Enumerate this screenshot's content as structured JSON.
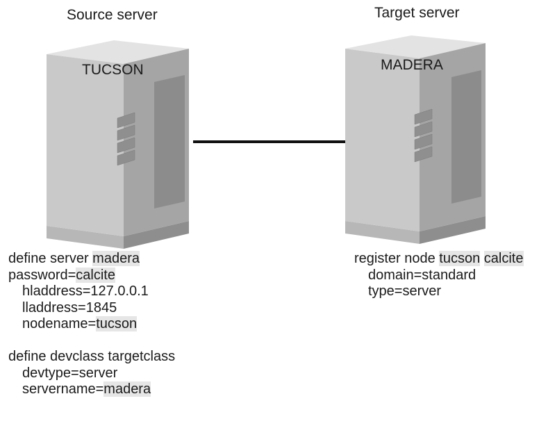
{
  "source": {
    "role": "Source server",
    "name": "TUCSON",
    "commands": [
      [
        {
          "t": "define server "
        },
        {
          "t": "madera",
          "hl": true
        }
      ],
      [
        {
          "t": "password="
        },
        {
          "t": "calcite",
          "hl": true
        }
      ],
      [
        {
          "t": "hladdress=127.0.0.1"
        }
      ],
      [
        {
          "t": "lladdress=1845"
        }
      ],
      [
        {
          "t": "nodename="
        },
        {
          "t": "tucson",
          "hl": true
        }
      ],
      [],
      [
        {
          "t": "define devclass targetclass"
        }
      ],
      [
        {
          "t": "devtype=server"
        }
      ],
      [
        {
          "t": "servername="
        },
        {
          "t": "madera",
          "hl": true
        }
      ]
    ]
  },
  "target": {
    "role": "Target server",
    "name": "MADERA",
    "commands": [
      [
        {
          "t": "register node "
        },
        {
          "t": "tucson",
          "hl": true
        },
        {
          "t": " "
        },
        {
          "t": "calcite",
          "hl": true
        }
      ],
      [
        {
          "t": "domain=standard"
        }
      ],
      [
        {
          "t": "type=server"
        }
      ]
    ]
  },
  "colors": {
    "highlight": "#e6e6e6",
    "server_front": "#c9c9c9",
    "server_side": "#9a9a9a",
    "server_top": "#e3e3e3",
    "connector": "#111111"
  }
}
